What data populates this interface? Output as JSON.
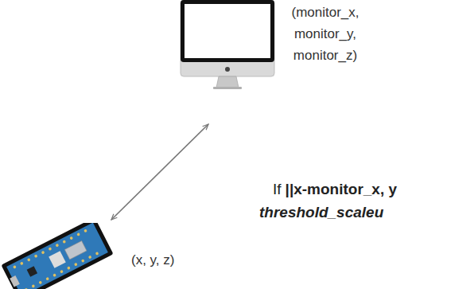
{
  "diagram": {
    "nodes": [
      {
        "text": [
          "(monitor_x, monitor_y, monitor_z)"
        ]
      },
      {
        "text": [
          "(x, y, z)"
        ]
      }
    ],
    "edges": [
      {
        "from": 0,
        "to": 1,
        "arrow": "both"
      }
    ],
    "labels": [
      "If",
      "||x-monitor_x, y",
      "threshold_scaleu"
    ]
  }
}
